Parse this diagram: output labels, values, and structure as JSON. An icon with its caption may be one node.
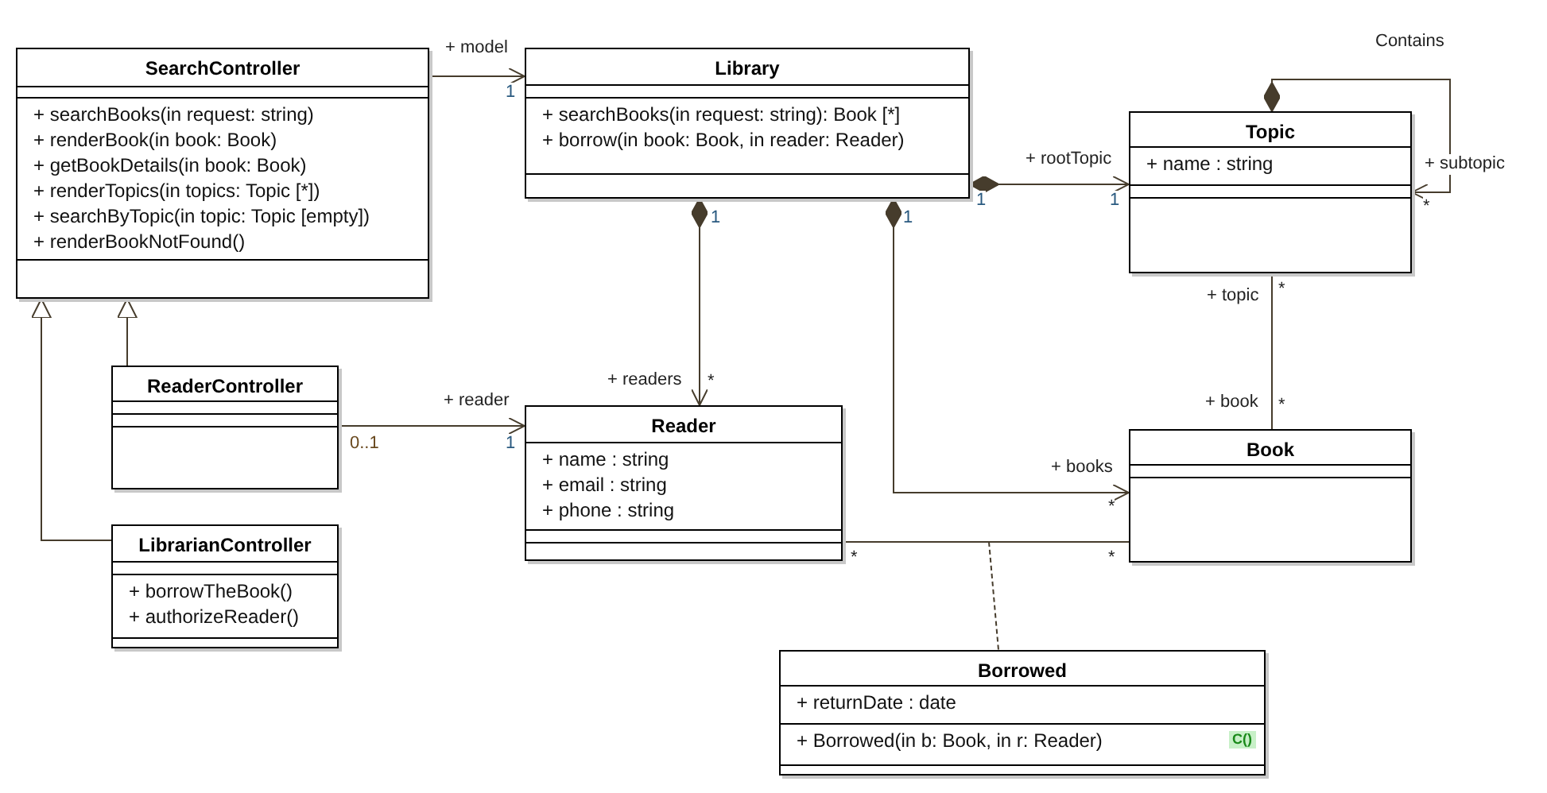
{
  "diagram": {
    "nodes": [
      {
        "text": [
          "SearchController",
          "+ searchBooks(in request: string)",
          "+ renderBook(in book: Book)",
          "+ getBookDetails(in book: Book)",
          "+ renderTopics(in topics: Topic [*])",
          "+ searchByTopic(in topic: Topic [empty])",
          "+ renderBookNotFound()"
        ]
      },
      {
        "text": [
          "Library",
          "+ searchBooks(in request: string): Book [*]",
          "+ borrow(in book: Book, in reader: Reader)"
        ]
      },
      {
        "text": [
          "Topic",
          "+ name : string"
        ]
      },
      {
        "text": [
          "ReaderController"
        ]
      },
      {
        "text": [
          "Reader",
          "+ name : string",
          "+ email : string",
          "+ phone : string"
        ]
      },
      {
        "text": [
          "Book"
        ]
      },
      {
        "text": [
          "LibrarianController",
          "+ borrowTheBook()",
          "+ authorizeReader()"
        ]
      },
      {
        "text": [
          "Borrowed",
          "+ returnDate : date",
          "+ Borrowed(in b: Book, in r: Reader)"
        ]
      }
    ],
    "edges": [
      {
        "from": 0,
        "to": 1,
        "arrow": "to"
      },
      {
        "from": 1,
        "to": 2,
        "arrow": "to"
      },
      {
        "from": 2,
        "to": 2,
        "arrow": "to",
        "label": "Contains"
      },
      {
        "from": 1,
        "to": 4,
        "arrow": "to"
      },
      {
        "from": 1,
        "to": 5,
        "arrow": "to"
      },
      {
        "from": 2,
        "to": 5,
        "arrow": "none"
      },
      {
        "from": 3,
        "to": 0,
        "arrow": "to"
      },
      {
        "from": 6,
        "to": 0,
        "arrow": "to"
      },
      {
        "from": 3,
        "to": 4,
        "arrow": "to"
      },
      {
        "from": 4,
        "to": 5,
        "arrow": "none"
      },
      {
        "from": null,
        "to": 7,
        "arrow": "none",
        "style": "dashed"
      }
    ],
    "labels": [
      "+ model",
      "1",
      "+ rootTopic",
      "+ subtopic",
      "1",
      "1",
      "*",
      "1",
      "1",
      "+ topic",
      "*",
      "+ reader",
      "+ readers",
      "*",
      "+ book",
      "*",
      "0..1",
      "1",
      "+ books",
      "*",
      "*",
      "*",
      "C()"
    ]
  }
}
